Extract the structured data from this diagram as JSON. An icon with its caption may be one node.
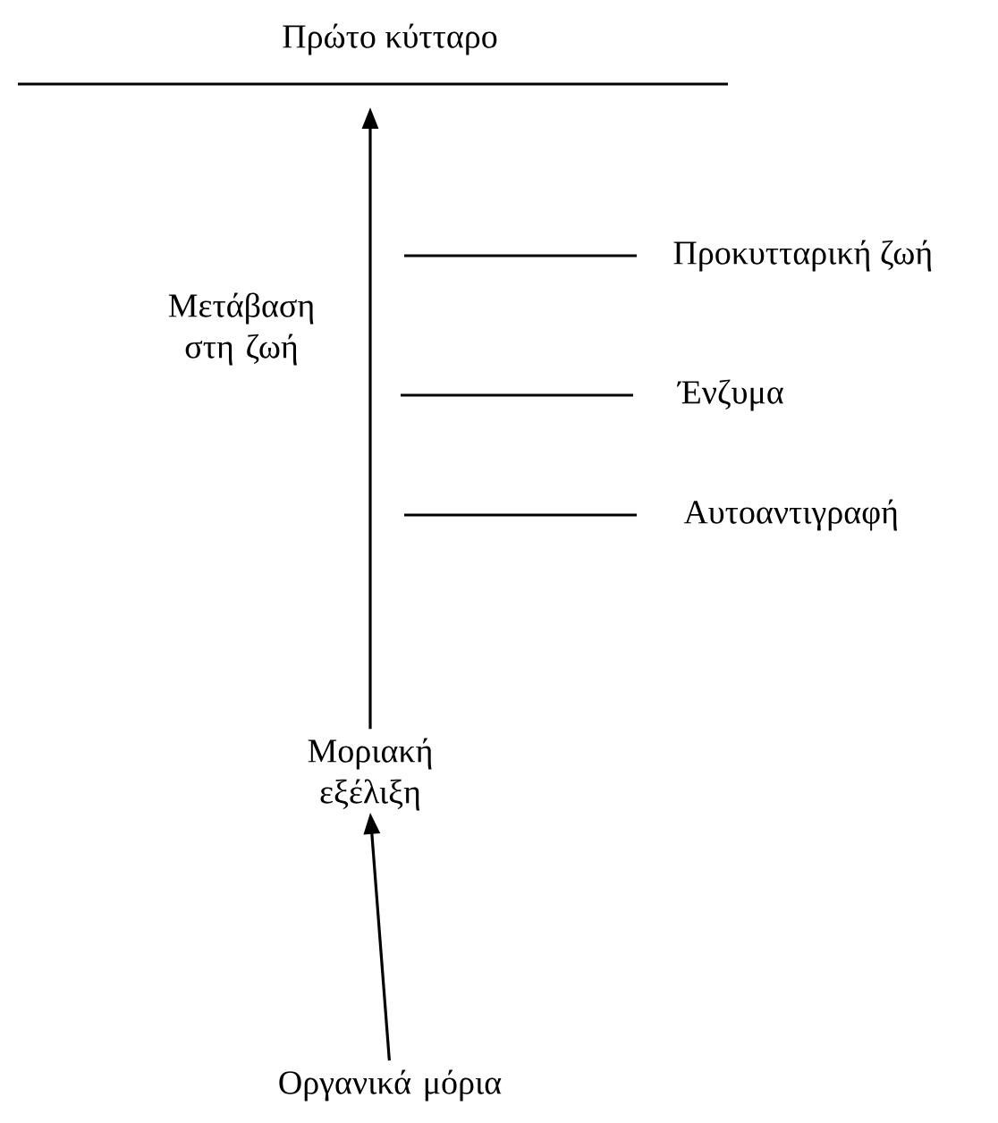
{
  "diagram": {
    "nodes": [
      {
        "text": [
          "Πρώτο κύτταρο"
        ]
      },
      {
        "text": [
          "Μοριακή εξέλιξη"
        ]
      },
      {
        "text": [
          "Οργανικά μόρια"
        ]
      }
    ],
    "edges": [
      {
        "from": 2,
        "to": 1,
        "arrow": "to"
      },
      {
        "from": 1,
        "to": 0,
        "arrow": "to"
      }
    ],
    "labels": [
      "Μετάβαση στη ζωή",
      "Προκυτταρική ζωή",
      "Ένζυμα",
      "Αυτοαντιγραφή"
    ]
  }
}
